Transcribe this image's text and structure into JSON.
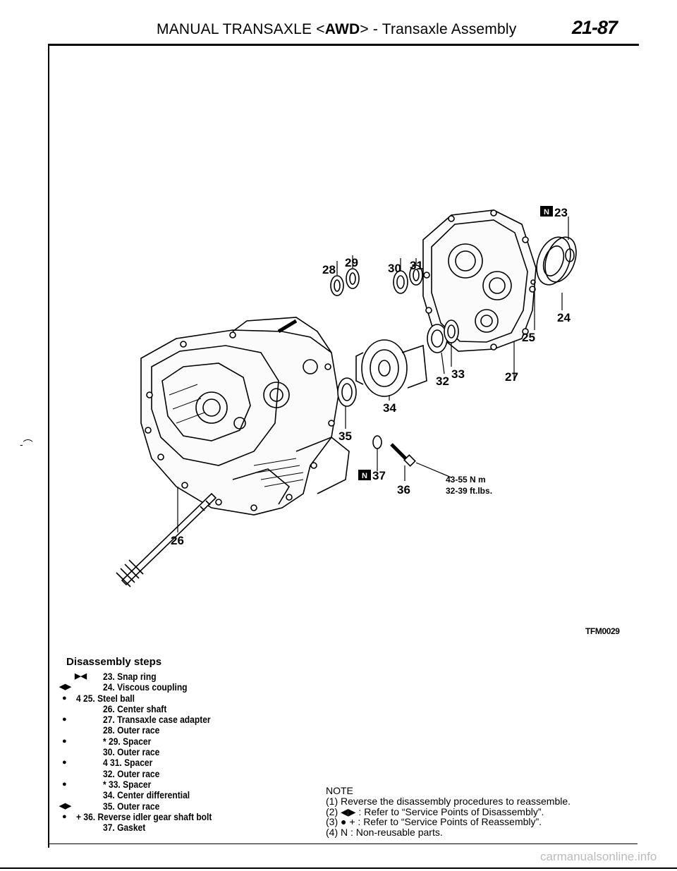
{
  "header": {
    "title_prefix": "MANUAL TRANSAXLE <",
    "title_bold": "AWD",
    "title_suffix": "> - Transaxle Assembly",
    "page_number": "21-87"
  },
  "figure": {
    "callouts": [
      "23",
      "24",
      "25",
      "26",
      "27",
      "28",
      "29",
      "30",
      "31",
      "32",
      "33",
      "34",
      "35",
      "36",
      "37"
    ],
    "torque_nm": "43-55 N m",
    "torque_ftlbs": "32-39 ft.lbs.",
    "figure_id": "TFM0029"
  },
  "disassembly": {
    "title": "Disassembly steps",
    "steps": [
      {
        "text": "23. Snap ring",
        "mark": "▶◀"
      },
      {
        "text": "24. Viscous coupling",
        "mark": "◀▶"
      },
      {
        "text": "4 25. Steel ball",
        "mark": "●"
      },
      {
        "text": "26. Center shaft",
        "mark": ""
      },
      {
        "text": "27. Transaxle case adapter",
        "mark": "●"
      },
      {
        "text": "28. Outer race",
        "mark": ""
      },
      {
        "text": "* 29. Spacer",
        "mark": "●"
      },
      {
        "text": "30. Outer race",
        "mark": ""
      },
      {
        "text": "4 31. Spacer",
        "mark": "●"
      },
      {
        "text": "32. Outer race",
        "mark": ""
      },
      {
        "text": "* 33. Spacer",
        "mark": "●"
      },
      {
        "text": "34. Center differential",
        "mark": ""
      },
      {
        "text": "35. Outer race",
        "mark": "◀▶"
      },
      {
        "text": "+ 36. Reverse idler gear shaft bolt",
        "mark": "●"
      },
      {
        "text": "37. Gasket",
        "mark": ""
      }
    ]
  },
  "notes": {
    "heading": "NOTE",
    "items": [
      "(1) Reverse the disassembly procedures to reassemble.",
      "(2) ◀▶ : Refer to “Service Points of Disassembly”.",
      "(3) ● + : Refer to “Service Points of Reassembly”.",
      "(4) N : Non-reusable parts."
    ]
  },
  "footer": {
    "watermark": "carmanualsonline.info"
  }
}
